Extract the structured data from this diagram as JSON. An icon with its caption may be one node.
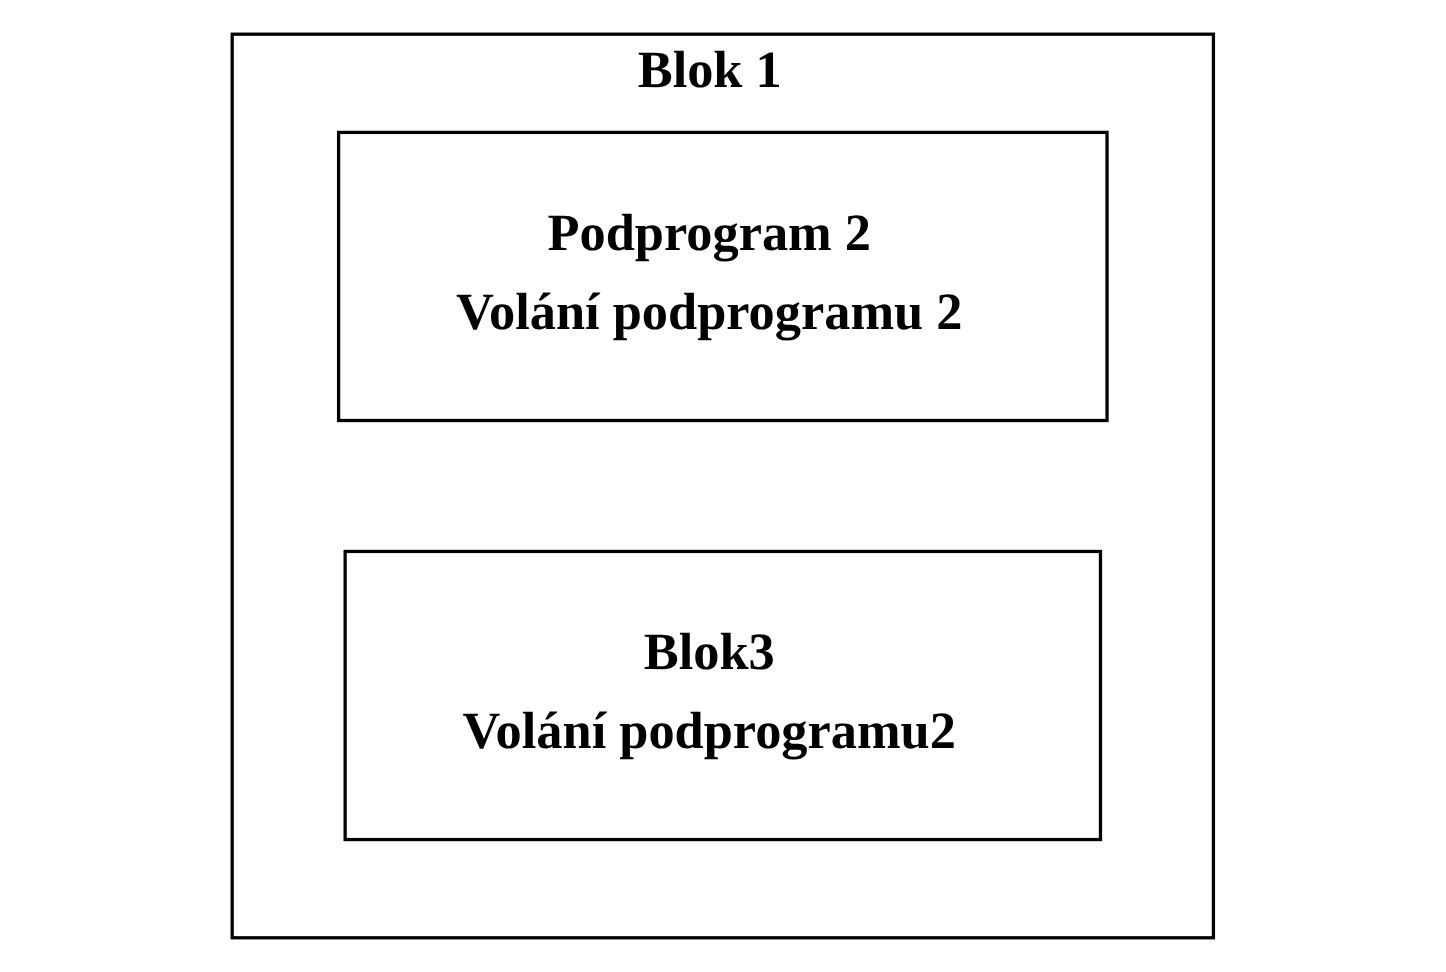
{
  "diagram": {
    "nodes": [
      {
        "text": [
          "Blok 1"
        ]
      },
      {
        "text": [
          "Podprogram 2",
          "Volání podprogramu 2"
        ],
        "in": 0
      },
      {
        "text": [
          "Blok3",
          "Volání podprogramu2"
        ],
        "in": 0
      }
    ]
  }
}
